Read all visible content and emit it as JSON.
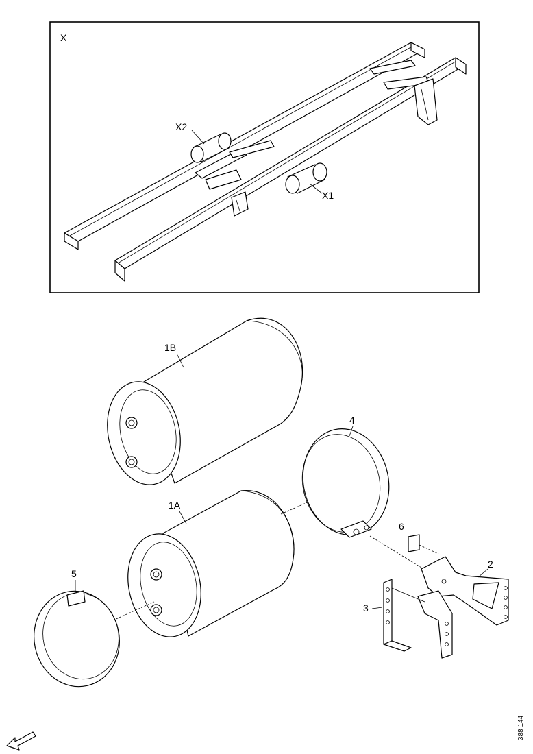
{
  "detail_view": {
    "label": "X",
    "callouts": {
      "x1": "X1",
      "x2": "X2"
    }
  },
  "parts": {
    "tank_1a": "1A",
    "tank_1b": "1B",
    "bracket_2": "2",
    "bracket_3": "3",
    "strap_4": "4",
    "strap_5": "5",
    "plate_6": "6"
  },
  "document_number": "388 144",
  "colors": {
    "line": "#000000",
    "background": "#ffffff"
  },
  "icons": {
    "direction": "forward-arrow-icon"
  }
}
